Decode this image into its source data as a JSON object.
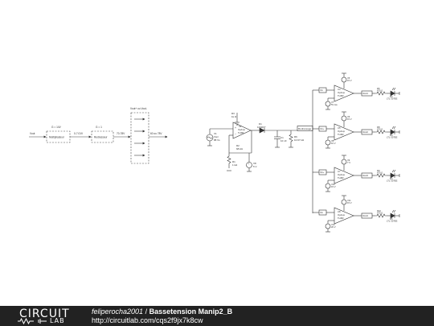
{
  "block_diagram": {
    "input_label": "Vout",
    "block1_top": "G = 14V",
    "block1_label": "Multiplicateur",
    "wire1_label": "0-7.01V",
    "block2_top": "G = 1",
    "block2_label": "Redresseur",
    "wire2_label": "70-78V",
    "block3_top": "Vout+ ou Vout-",
    "output_label": "60 ou 78V"
  },
  "schematic": {
    "source": [
      "V1",
      "Vsrc",
      "88 Vs"
    ],
    "r_top": [
      "R3",
      "1k Ω"
    ],
    "opamp1": [
      "U4",
      "OpAmp",
      "TL082"
    ],
    "diode": [
      "D1",
      "1N4007"
    ],
    "r_mid": [
      "R2",
      "68 kΩ"
    ],
    "vsrc_low": [
      "V8",
      "5 V"
    ],
    "r_low": [
      "R1",
      "1 kΩ"
    ],
    "cap": [
      "C1",
      "10 nF"
    ],
    "r_out": [
      "R6",
      "10.97 kΩ"
    ],
    "net_label": "Redressage",
    "branches": [
      {
        "net_in": "Vin",
        "op": [
          "U4",
          "OpAmp",
          "TL082"
        ],
        "supply": [
          "V5",
          "15 V"
        ],
        "ref": [
          "V7",
          "5V wa"
        ],
        "out_net": "Vout1",
        "res": [
          "R5",
          "470 Ω"
        ],
        "led": [
          "D2",
          "LTL-307EE"
        ]
      },
      {
        "net_in": "Vin+",
        "op": [
          "U5",
          "OpAmp",
          "TL082"
        ],
        "supply": [
          "V6",
          "15 V"
        ],
        "ref": [
          "V8",
          "10 V"
        ],
        "out_net": "Vout2",
        "res": [
          "R8",
          "470 Ω"
        ],
        "led": [
          "D3",
          "LTL-307EE"
        ]
      },
      {
        "net_in": "Vin+",
        "op": [
          "U7",
          "OpAmp",
          "TL082"
        ],
        "supply": [
          "V9",
          "7 V"
        ],
        "ref": [
          "V10",
          "15 V"
        ],
        "out_net": "Vout3",
        "res": [
          "R9",
          "470 Ω"
        ],
        "led": [
          "D4",
          "LTL-307EE"
        ]
      },
      {
        "net_in": "Vin",
        "op": [
          "U8",
          "OpAmp",
          "TL082"
        ],
        "supply": [
          "V11",
          "15 V"
        ],
        "ref": [
          "V12",
          "20 V"
        ],
        "out_net": "Vout4",
        "res": [
          "R10",
          "470 Ω"
        ],
        "led": [
          "D5",
          "LTL-307EE"
        ]
      }
    ]
  },
  "footer": {
    "logo_top": "CIRCUIT",
    "logo_bottom": "LAB",
    "author": "feliperocha2001",
    "separator": " / ",
    "title": "Bassetension Manip2_B",
    "url": "http://circuitlab.com/cqs2f9jx7k8cw"
  }
}
